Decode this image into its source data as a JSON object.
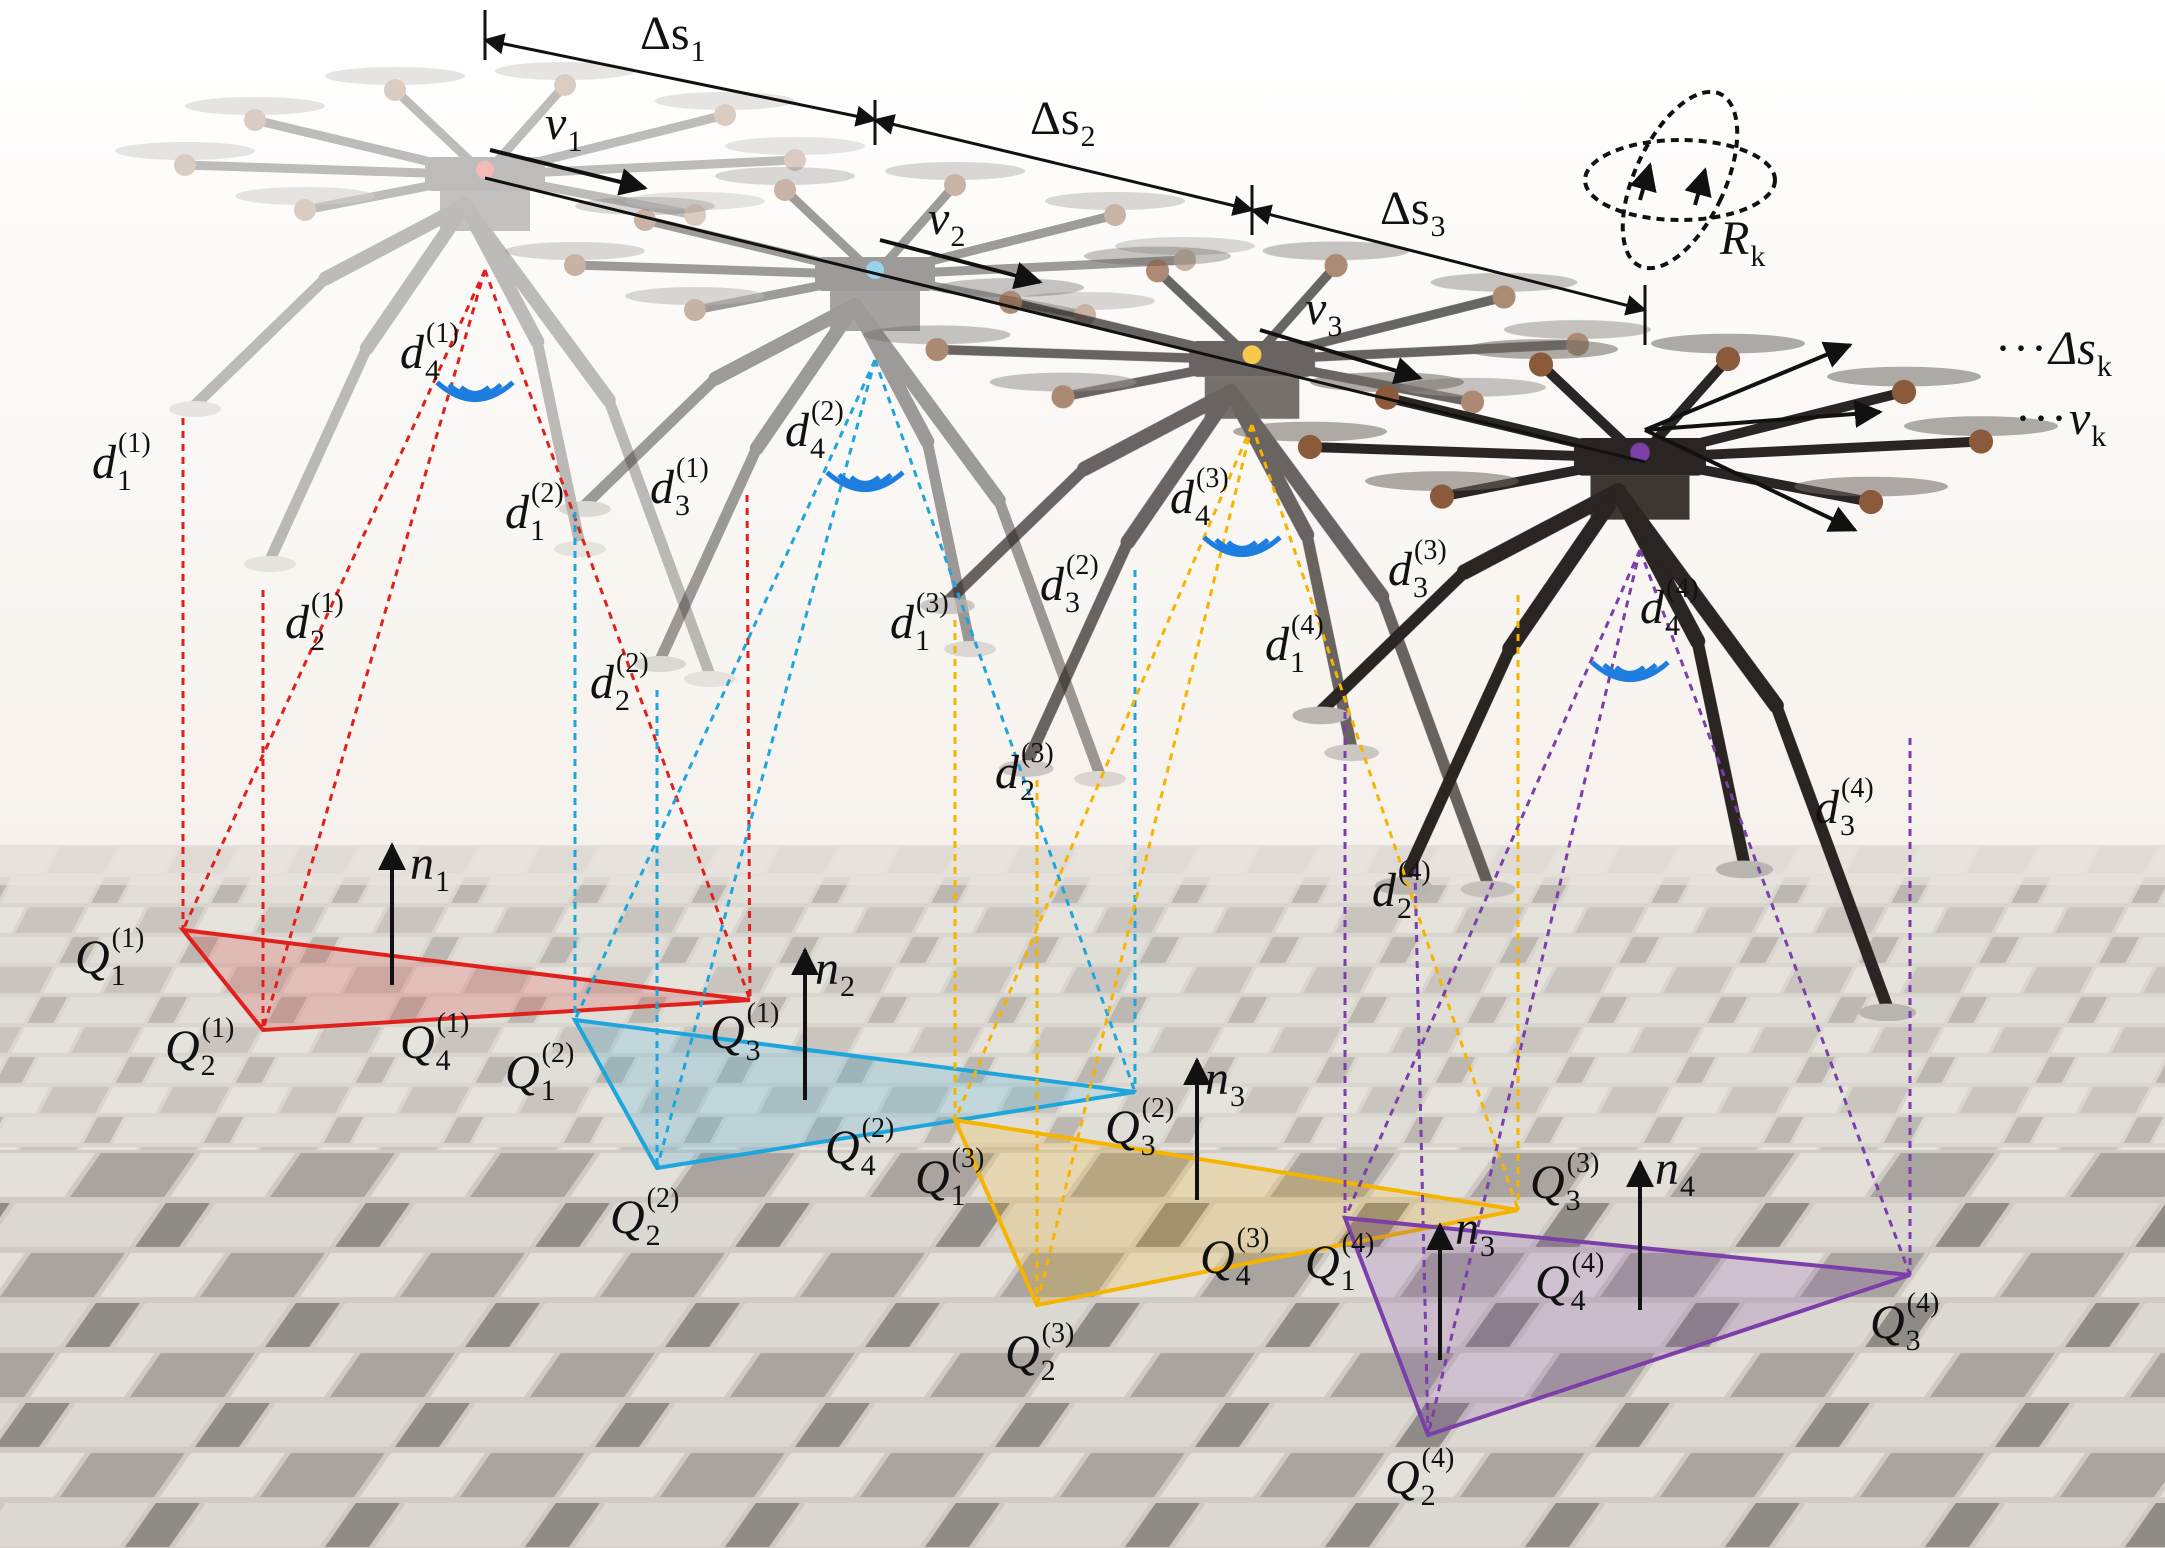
{
  "colors": {
    "frame1": "#e0201c",
    "frame2": "#1ea6dc",
    "frame3": "#f5b400",
    "frame4": "#7a3fa8",
    "ground_light": "#d6d3cd",
    "ground_dark": "#9d9a95",
    "drone_body": "#2a2522"
  },
  "icons": [
    "drone-icon",
    "sonar-wave-icon",
    "rotation-icon",
    "arrow-icon"
  ],
  "intervals": [
    {
      "base": "Δs",
      "sub": "1"
    },
    {
      "base": "Δs",
      "sub": "2"
    },
    {
      "base": "Δs",
      "sub": "3"
    }
  ],
  "velocities": [
    {
      "base": "v",
      "sub": "1"
    },
    {
      "base": "v",
      "sub": "2"
    },
    {
      "base": "v",
      "sub": "3"
    }
  ],
  "rotation": {
    "base": "R",
    "sub": "k"
  },
  "ellipsis": {
    "dots": "···",
    "delta_base": "Δs",
    "delta_sub": "k",
    "vel_base": "v",
    "vel_sub": "k"
  },
  "frames": [
    {
      "d": [
        {
          "base": "d",
          "sub": "1",
          "sup": "(1)"
        },
        {
          "base": "d",
          "sub": "2",
          "sup": "(1)"
        },
        {
          "base": "d",
          "sub": "3",
          "sup": "(1)"
        },
        {
          "base": "d",
          "sub": "4",
          "sup": "(1)"
        }
      ],
      "q": [
        {
          "base": "Q",
          "sub": "1",
          "sup": "(1)"
        },
        {
          "base": "Q",
          "sub": "2",
          "sup": "(1)"
        },
        {
          "base": "Q",
          "sub": "3",
          "sup": "(1)"
        },
        {
          "base": "Q",
          "sub": "4",
          "sup": "(1)"
        }
      ],
      "n": {
        "base": "n",
        "sub": "1"
      }
    },
    {
      "d": [
        {
          "base": "d",
          "sub": "1",
          "sup": "(2)"
        },
        {
          "base": "d",
          "sub": "2",
          "sup": "(2)"
        },
        {
          "base": "d",
          "sub": "3",
          "sup": "(2)"
        },
        {
          "base": "d",
          "sub": "4",
          "sup": "(2)"
        }
      ],
      "q": [
        {
          "base": "Q",
          "sub": "1",
          "sup": "(2)"
        },
        {
          "base": "Q",
          "sub": "2",
          "sup": "(2)"
        },
        {
          "base": "Q",
          "sub": "3",
          "sup": "(2)"
        },
        {
          "base": "Q",
          "sub": "4",
          "sup": "(2)"
        }
      ],
      "n": {
        "base": "n",
        "sub": "2"
      }
    },
    {
      "d": [
        {
          "base": "d",
          "sub": "1",
          "sup": "(3)"
        },
        {
          "base": "d",
          "sub": "2",
          "sup": "(3)"
        },
        {
          "base": "d",
          "sub": "3",
          "sup": "(3)"
        },
        {
          "base": "d",
          "sub": "4",
          "sup": "(3)"
        }
      ],
      "q": [
        {
          "base": "Q",
          "sub": "1",
          "sup": "(3)"
        },
        {
          "base": "Q",
          "sub": "2",
          "sup": "(3)"
        },
        {
          "base": "Q",
          "sub": "3",
          "sup": "(3)"
        },
        {
          "base": "Q",
          "sub": "4",
          "sup": "(3)"
        }
      ],
      "n": {
        "base": "n",
        "sub": "3"
      },
      "n_extra": {
        "base": "n",
        "sub": "3"
      }
    },
    {
      "d": [
        {
          "base": "d",
          "sub": "1",
          "sup": "(4)"
        },
        {
          "base": "d",
          "sub": "2",
          "sup": "(4)"
        },
        {
          "base": "d",
          "sub": "3",
          "sup": "(4)"
        },
        {
          "base": "d",
          "sub": "4",
          "sup": "(4)"
        }
      ],
      "q": [
        {
          "base": "Q",
          "sub": "1",
          "sup": "(4)"
        },
        {
          "base": "Q",
          "sub": "2",
          "sup": "(4)"
        },
        {
          "base": "Q",
          "sub": "3",
          "sup": "(4)"
        },
        {
          "base": "Q",
          "sub": "4",
          "sup": "(4)"
        }
      ],
      "n": {
        "base": "n",
        "sub": "4"
      }
    }
  ]
}
